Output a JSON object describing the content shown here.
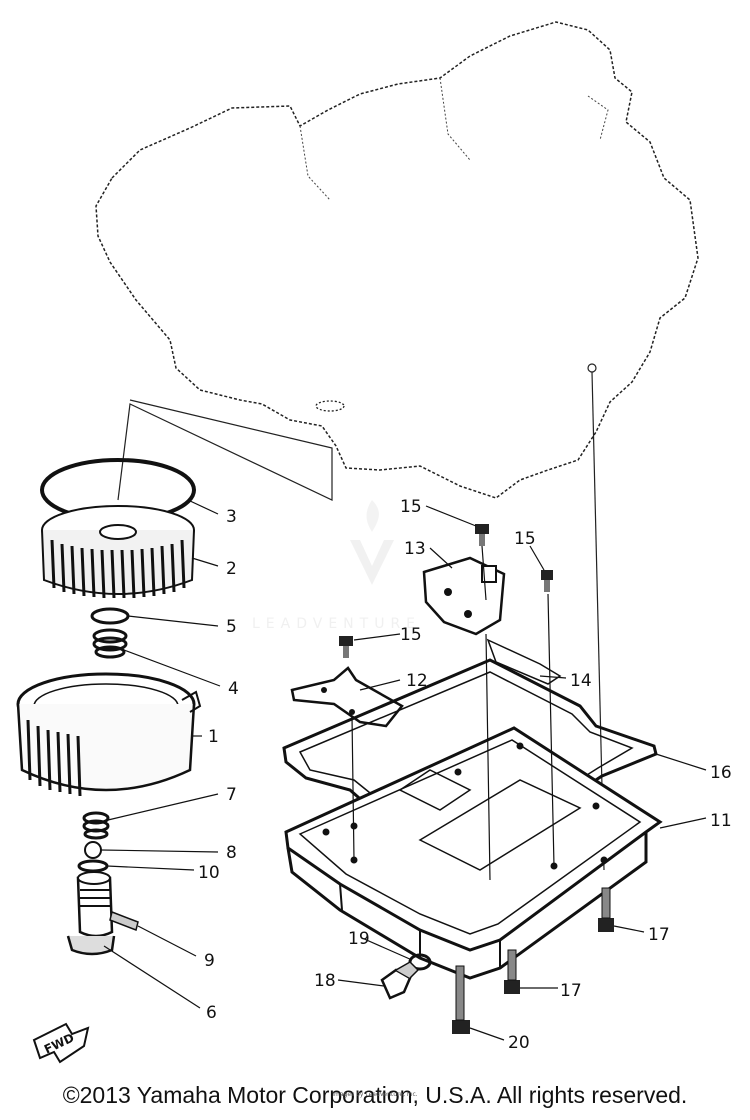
{
  "labels": {
    "p1": "1",
    "p2": "2",
    "p3": "3",
    "p4": "4",
    "p5": "5",
    "p6": "6",
    "p7": "7",
    "p8": "8",
    "p9": "9",
    "p10": "10",
    "p11": "11",
    "p12": "12",
    "p13": "13",
    "p14": "14",
    "p15a": "15",
    "p15b": "15",
    "p15c": "15",
    "p16": "16",
    "p17a": "17",
    "p17b": "17",
    "p18": "18",
    "p19": "19",
    "p20": "20"
  },
  "fwd_marker": "FWD",
  "watermark": "LEADVENTURE",
  "footer": {
    "copyright": "©2013 Yamaha Motor Corporation, U.S.A. All rights reserved.",
    "credit": "Images by LeadVenture, Inc."
  }
}
